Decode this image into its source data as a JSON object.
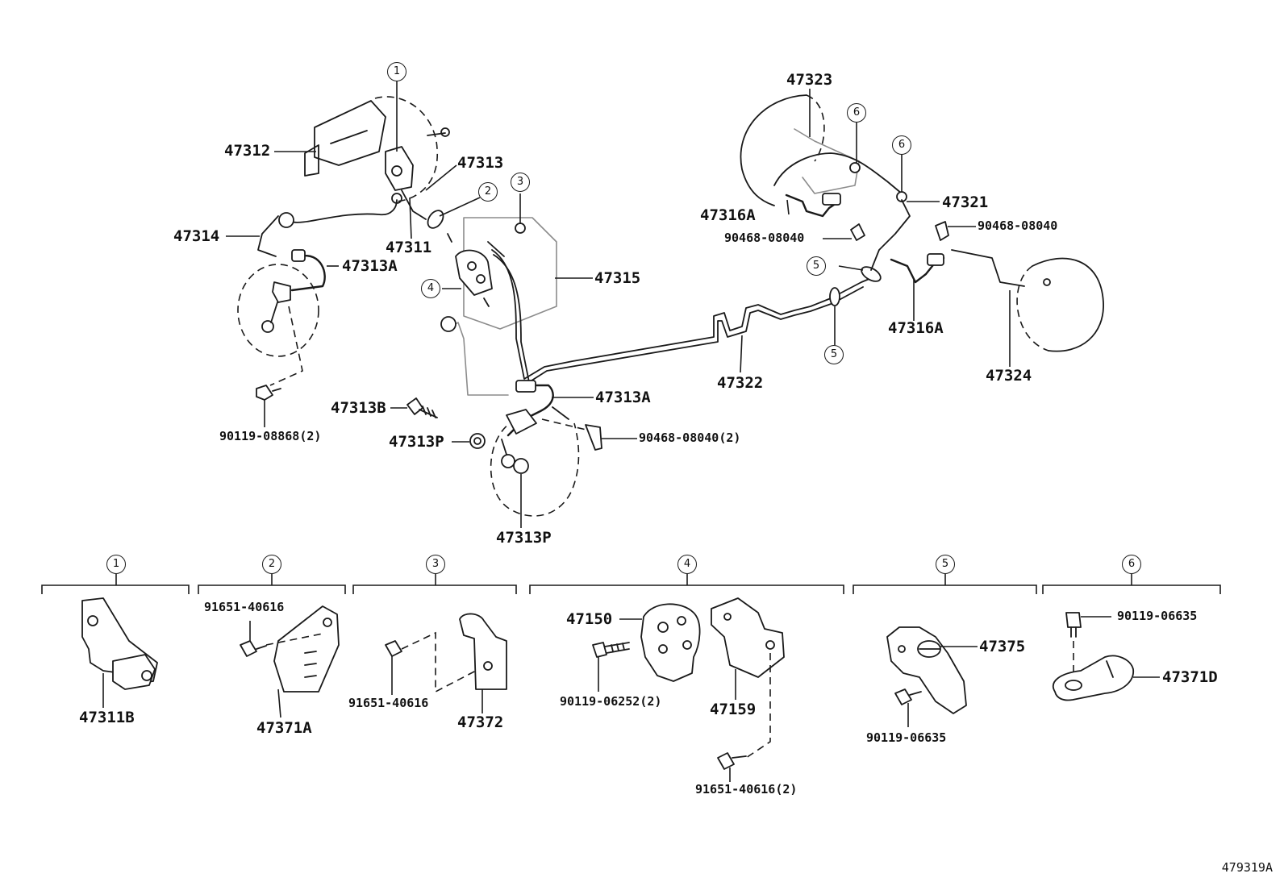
{
  "figure_code": "479319A",
  "callouts": [
    "1",
    "2",
    "3",
    "4",
    "5",
    "6"
  ],
  "parts": {
    "p47312": "47312",
    "p47313": "47313",
    "p47314": "47314",
    "p47311": "47311",
    "p47313A": "47313A",
    "p47315": "47315",
    "p47322": "47322",
    "p47313B": "47313B",
    "p47313P": "47313P",
    "p90119_08868": "90119-08868(2)",
    "p90468_08040_2": "90468-08040(2)",
    "p47323": "47323",
    "p47321": "47321",
    "p47316A": "47316A",
    "p90468_08040": "90468-08040",
    "p47324": "47324",
    "p47311B": "47311B",
    "p91651_40616": "91651-40616",
    "p47371A": "47371A",
    "p47372": "47372",
    "p47150": "47150",
    "p90119_06252": "90119-06252(2)",
    "p47159": "47159",
    "p91651_40616_2": "91651-40616(2)",
    "p47375": "47375",
    "p90119_06635": "90119-06635",
    "p47371D": "47371D"
  }
}
